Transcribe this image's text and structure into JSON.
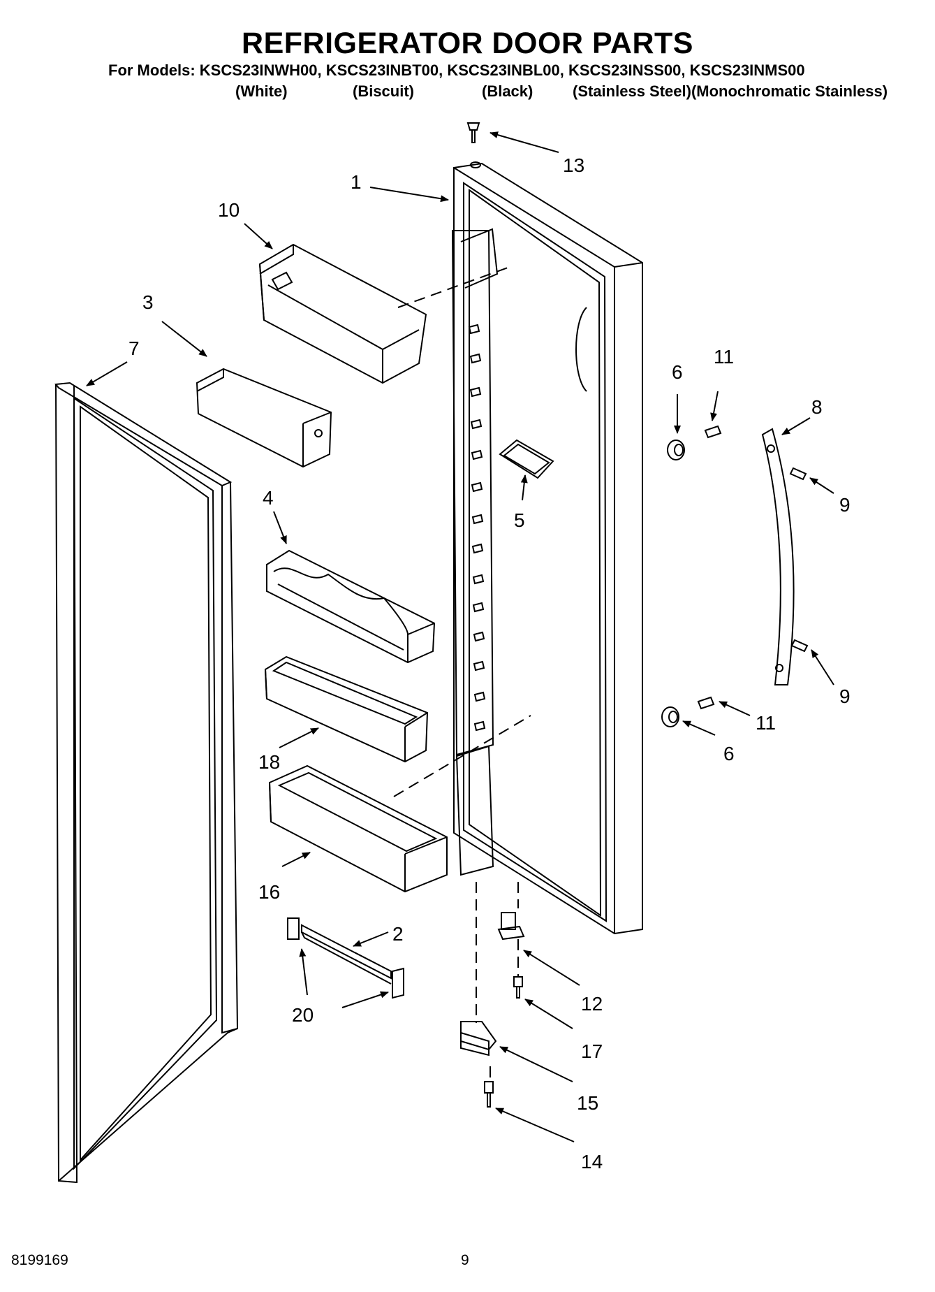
{
  "header": {
    "title": "REFRIGERATOR DOOR PARTS",
    "models": "For Models: KSCS23INWH00, KSCS23INBT00, KSCS23INBL00, KSCS23INSS00, KSCS23INMS00",
    "colors": [
      "(White)",
      "(Biscuit)",
      "(Black)",
      "(Stainless Steel)(Monochromatic Stainless)"
    ]
  },
  "callouts": [
    "13",
    "1",
    "10",
    "3",
    "7",
    "6",
    "11",
    "8",
    "9",
    "5",
    "4",
    "9",
    "18",
    "11",
    "6",
    "16",
    "2",
    "12",
    "20",
    "17",
    "15",
    "14"
  ],
  "footer": {
    "doc_number": "8199169",
    "page_number": "9"
  }
}
